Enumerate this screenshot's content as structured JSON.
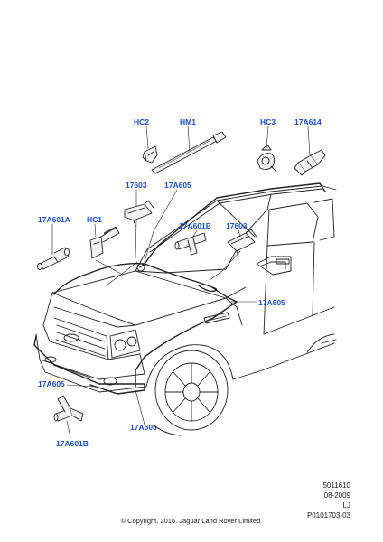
{
  "callouts": {
    "hc2": "HC2",
    "hm1": "HM1",
    "hc3": "HC3",
    "p17a614": "17A614",
    "p17603_left": "17603",
    "p17a605_top": "17A605",
    "p17a601a": "17A601A",
    "hc1": "HC1",
    "p17a601b_top": "17A601B",
    "p17603_right": "17603",
    "p17a605_right": "17A605",
    "p17a605_left": "17A605",
    "p17a601b_bottom": "17A601B",
    "p17a605_bottom": "17A605"
  },
  "meta": {
    "code": "5011610",
    "date": "08-2009",
    "initials": "LJ",
    "ref": "P0101703-03"
  },
  "copyright": "© Copyright, 2016. Jaguar Land Rover Limited.",
  "colors": {
    "callout": "#1f4fd0",
    "line": "#222222",
    "part_fill": "#f2f2f2"
  }
}
